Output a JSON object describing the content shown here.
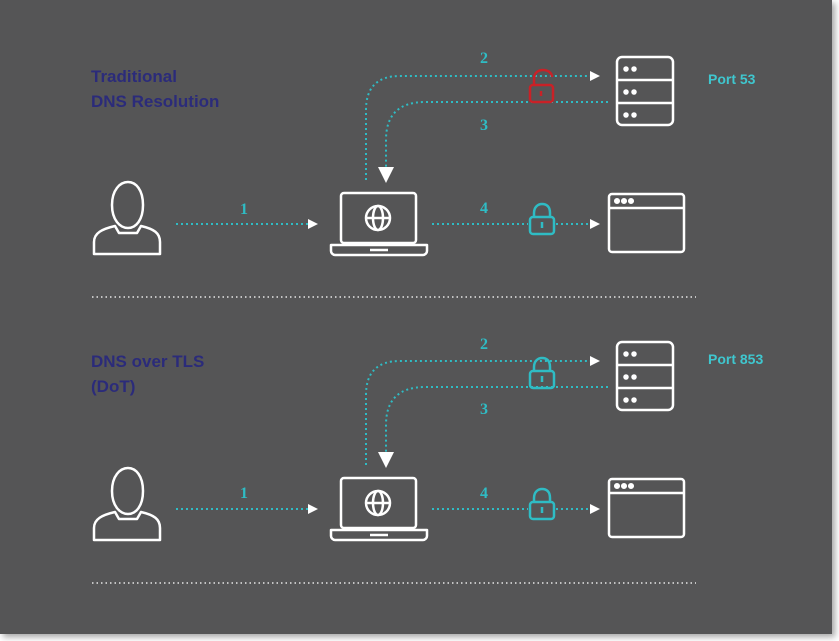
{
  "colors": {
    "background": "#555556",
    "title": "#2b2b7a",
    "teal": "#2fbcc4",
    "port_label": "#3fc7cf",
    "icon_stroke": "#ffffff",
    "unlocked_lock": "#c92127",
    "locked_lock": "#2fbcc4",
    "dotted": "#2fbcc4",
    "separator": "#e6e6e6"
  },
  "sections": [
    {
      "title_line1": "Traditional",
      "title_line2": "DNS Resolution",
      "port": "Port 53",
      "dns_lock": "unlocked-lock-icon",
      "steps": [
        "1",
        "2",
        "3",
        "4"
      ]
    },
    {
      "title_line1": "DNS over TLS",
      "title_line2": "(DoT)",
      "port": "Port 853",
      "dns_lock": "locked-lock-icon",
      "steps": [
        "1",
        "2",
        "3",
        "4"
      ]
    }
  ],
  "icons": [
    "user-icon",
    "laptop-icon",
    "globe-icon",
    "server-icon",
    "browser-window-icon",
    "padlock-icon"
  ]
}
